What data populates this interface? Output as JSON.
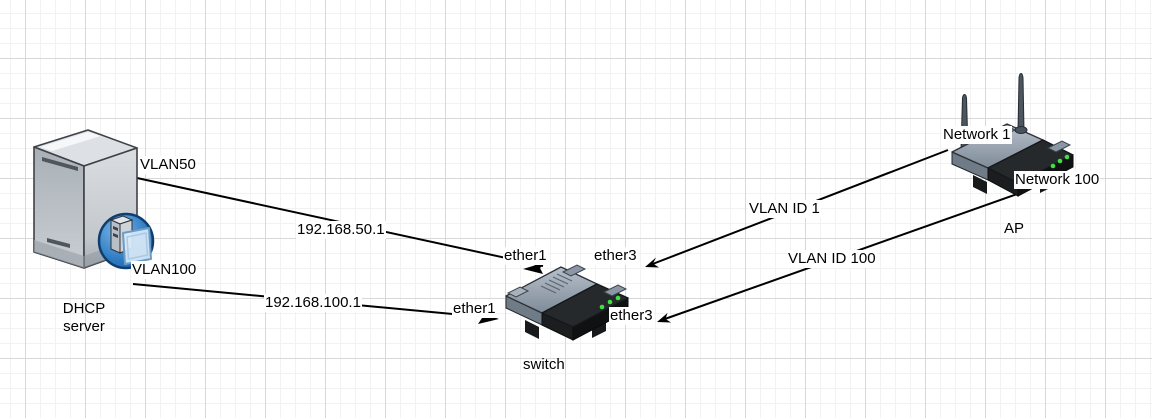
{
  "diagram": {
    "nodes": {
      "dhcp_server": {
        "label": "DHCP\nserver"
      },
      "switch": {
        "label": "switch"
      },
      "ap": {
        "label": "AP"
      }
    },
    "ports": {
      "vlan50": "VLAN50",
      "vlan100": "VLAN100",
      "ether1_top": "ether1",
      "ether1_bottom": "ether1",
      "ether3_top": "ether3",
      "ether3_bottom": "ether3",
      "network_1": "Network 1",
      "network_100": "Network 100"
    },
    "edges": [
      {
        "label": "192.168.50.1",
        "from": "DHCP server VLAN50",
        "to": "switch ether1"
      },
      {
        "label": "192.168.100.1",
        "from": "DHCP server VLAN100",
        "to": "switch ether1"
      },
      {
        "label": "VLAN ID 1",
        "from": "AP Network 1",
        "to": "switch ether3"
      },
      {
        "label": "VLAN ID 100",
        "from": "AP Network 100",
        "to": "switch ether3"
      }
    ]
  },
  "colors": {
    "background": "#ffffff",
    "grid_minor": "#f2f2f2",
    "grid_major": "#d8d8d8",
    "edge_line": "#000000",
    "label_text": "#000000",
    "led_green": "#3fe03f",
    "badge_blue": "#2e7cc3"
  }
}
